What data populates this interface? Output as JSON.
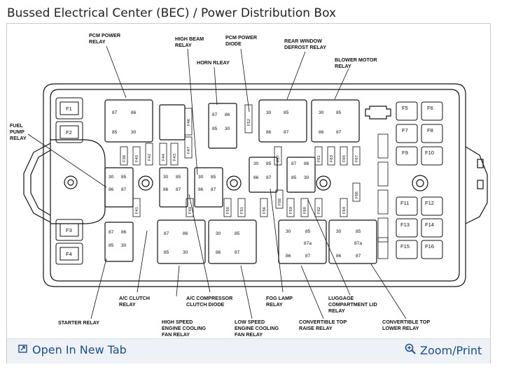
{
  "title": "Bussed Electrical Center (BEC) / Power Distribution Box",
  "footer": {
    "open_tab": "Open In New Tab",
    "zoom_print": "Zoom/Print"
  },
  "callouts": {
    "pcm_power_relay": [
      "PCM POWER",
      "RELAY"
    ],
    "high_beam_relay": [
      "HIGH BEAM",
      "RELAY"
    ],
    "pcm_power_diode": [
      "PCM POWER",
      "DIODE"
    ],
    "rear_window_defrost_relay": [
      "REAR WINDOW",
      "DEFROST RELAY"
    ],
    "horn_relay": [
      "HORN RLEAY"
    ],
    "blower_motor_relay": [
      "BLOWER MOTOR",
      "RELAY"
    ],
    "fuel_pump_relay": [
      "FUEL",
      "PUMP",
      "RELAY"
    ],
    "starter_relay": [
      "STARTER RELAY"
    ],
    "ac_clutch_relay": [
      "A/C CLUTCH",
      "RELAY"
    ],
    "high_speed_fan_relay": [
      "HIGH SPEED",
      "ENGINE COOLING",
      "FAN RELAY"
    ],
    "ac_compressor_clutch_diode": [
      "A/C COMPRESSOR",
      "CLUTCH DIODE"
    ],
    "low_speed_fan_relay": [
      "LOW SPEED",
      "ENGINE COOLING",
      "FAN RELAY"
    ],
    "fog_lamp_relay": [
      "FOG LAMP",
      "RELAY"
    ],
    "convertible_top_raise_relay": [
      "CONVERTIBLE TOP",
      "RAISE RELAY"
    ],
    "luggage_compartment_lid_release_relay": [
      "LUGGAGE",
      "COMPARTMENT LID",
      "RELAY"
    ],
    "convertible_top_lower_relay": [
      "CONVERTIBLE TOP",
      "LOWER RELAY"
    ]
  },
  "fuses_left": [
    "F1",
    "F2",
    "F3",
    "F4"
  ],
  "fuses_right": [
    "F5",
    "F6",
    "F7",
    "F8",
    "F9",
    "F10",
    "F11",
    "F12",
    "F13",
    "F14",
    "F15",
    "F16"
  ],
  "mini_fuses_top": [
    "F38",
    "F40",
    "F42",
    "F44",
    "F43",
    "F46",
    "F47",
    "F52",
    "F57",
    "F61",
    "F63",
    "F65",
    "F67"
  ],
  "mini_fuses_bottom": [
    "F41",
    "F49",
    "F50",
    "F51",
    "F56",
    "F58",
    "F59",
    "F60",
    "F62",
    "F64",
    "F66"
  ],
  "relay_pins": {
    "p30": "30",
    "p85": "85",
    "p86": "86",
    "p87": "87",
    "p87a": "87a"
  }
}
